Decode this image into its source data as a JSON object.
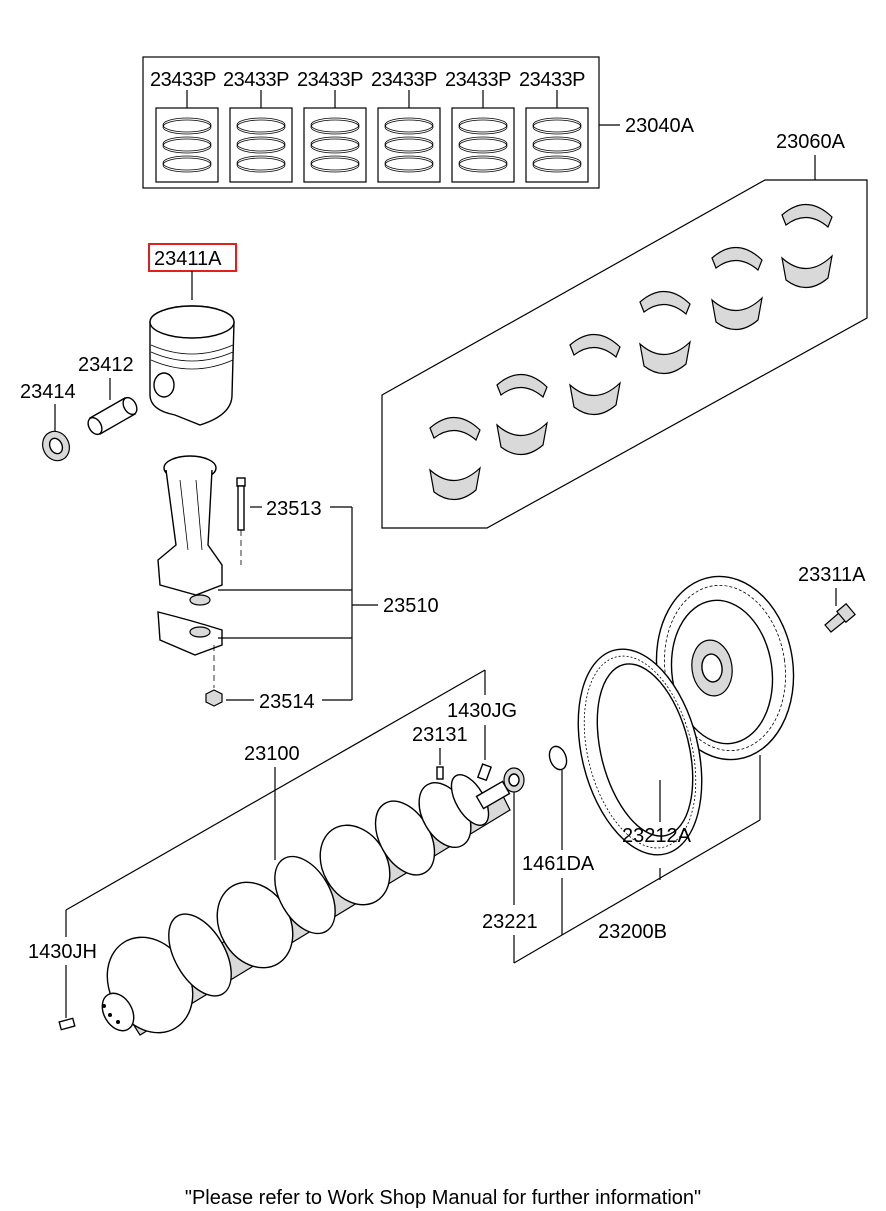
{
  "labels": {
    "ring_set": "23040A",
    "ring_1": "23433P",
    "ring_2": "23433P",
    "ring_3": "23433P",
    "ring_4": "23433P",
    "ring_5": "23433P",
    "ring_6": "23433P",
    "bearing_set": "23060A",
    "piston": "23411A",
    "piston_pin": "23412",
    "snap_ring": "23414",
    "rod_bolt": "23513",
    "connecting_rod": "23510",
    "rod_nut": "23514",
    "flywheel_bolt": "23311A",
    "pin_1430jg": "1430JG",
    "key_23131": "23131",
    "crankshaft": "23100",
    "pin_1430jh": "1430JH",
    "ring_gear": "23212A",
    "spacer": "1461DA",
    "bushing": "23221",
    "flywheel_assy": "23200B"
  },
  "highlight_color": "#e0201b",
  "footer_note": "\"Please refer to Work Shop Manual for further information\""
}
